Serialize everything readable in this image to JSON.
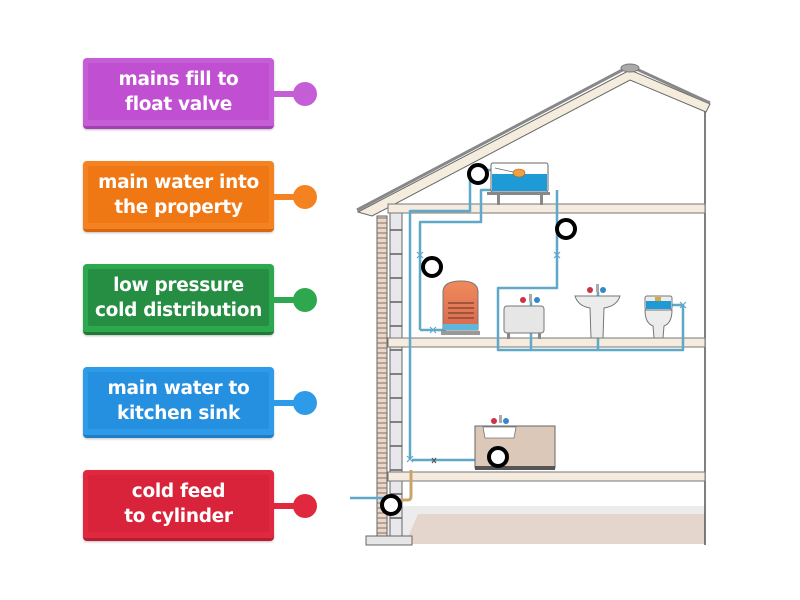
{
  "labels": [
    {
      "text": "mains fill to\nfloat valve",
      "color": "#c55dd6",
      "inner": "#c04fd2",
      "bottom": "#a53fb5"
    },
    {
      "text": "main water into\nthe property",
      "color": "#f58220",
      "inner": "#f07814",
      "bottom": "#d8660c"
    },
    {
      "text": "low pressure\ncold distribution",
      "color": "#2ea84f",
      "inner": "#268e43",
      "bottom": "#1f7a38"
    },
    {
      "text": "main water to\nkitchen sink",
      "color": "#2d9be8",
      "inner": "#2690e0",
      "bottom": "#1f7cc6"
    },
    {
      "text": "cold feed\nto cylinder",
      "color": "#e0283e",
      "inner": "#d8233a",
      "bottom": "#b81c30"
    }
  ],
  "targets": [
    {
      "id": "target-cistern-inlet"
    },
    {
      "id": "target-upstairs-riser"
    },
    {
      "id": "target-cylinder-feed"
    },
    {
      "id": "target-kitchen-sink"
    },
    {
      "id": "target-mains-entry"
    }
  ],
  "colors": {
    "pipe": "#5fa8c8",
    "pipe_dark": "#4b8fae",
    "floor": "#f5ecdf",
    "wall_line": "#555555",
    "tank_water": "#1e9ad6",
    "cylinder_top": "#f08a5c",
    "cylinder_bottom": "#d85e3c",
    "kitchen_unit": "#dcc8b8",
    "ground": "#e4d6cc"
  }
}
